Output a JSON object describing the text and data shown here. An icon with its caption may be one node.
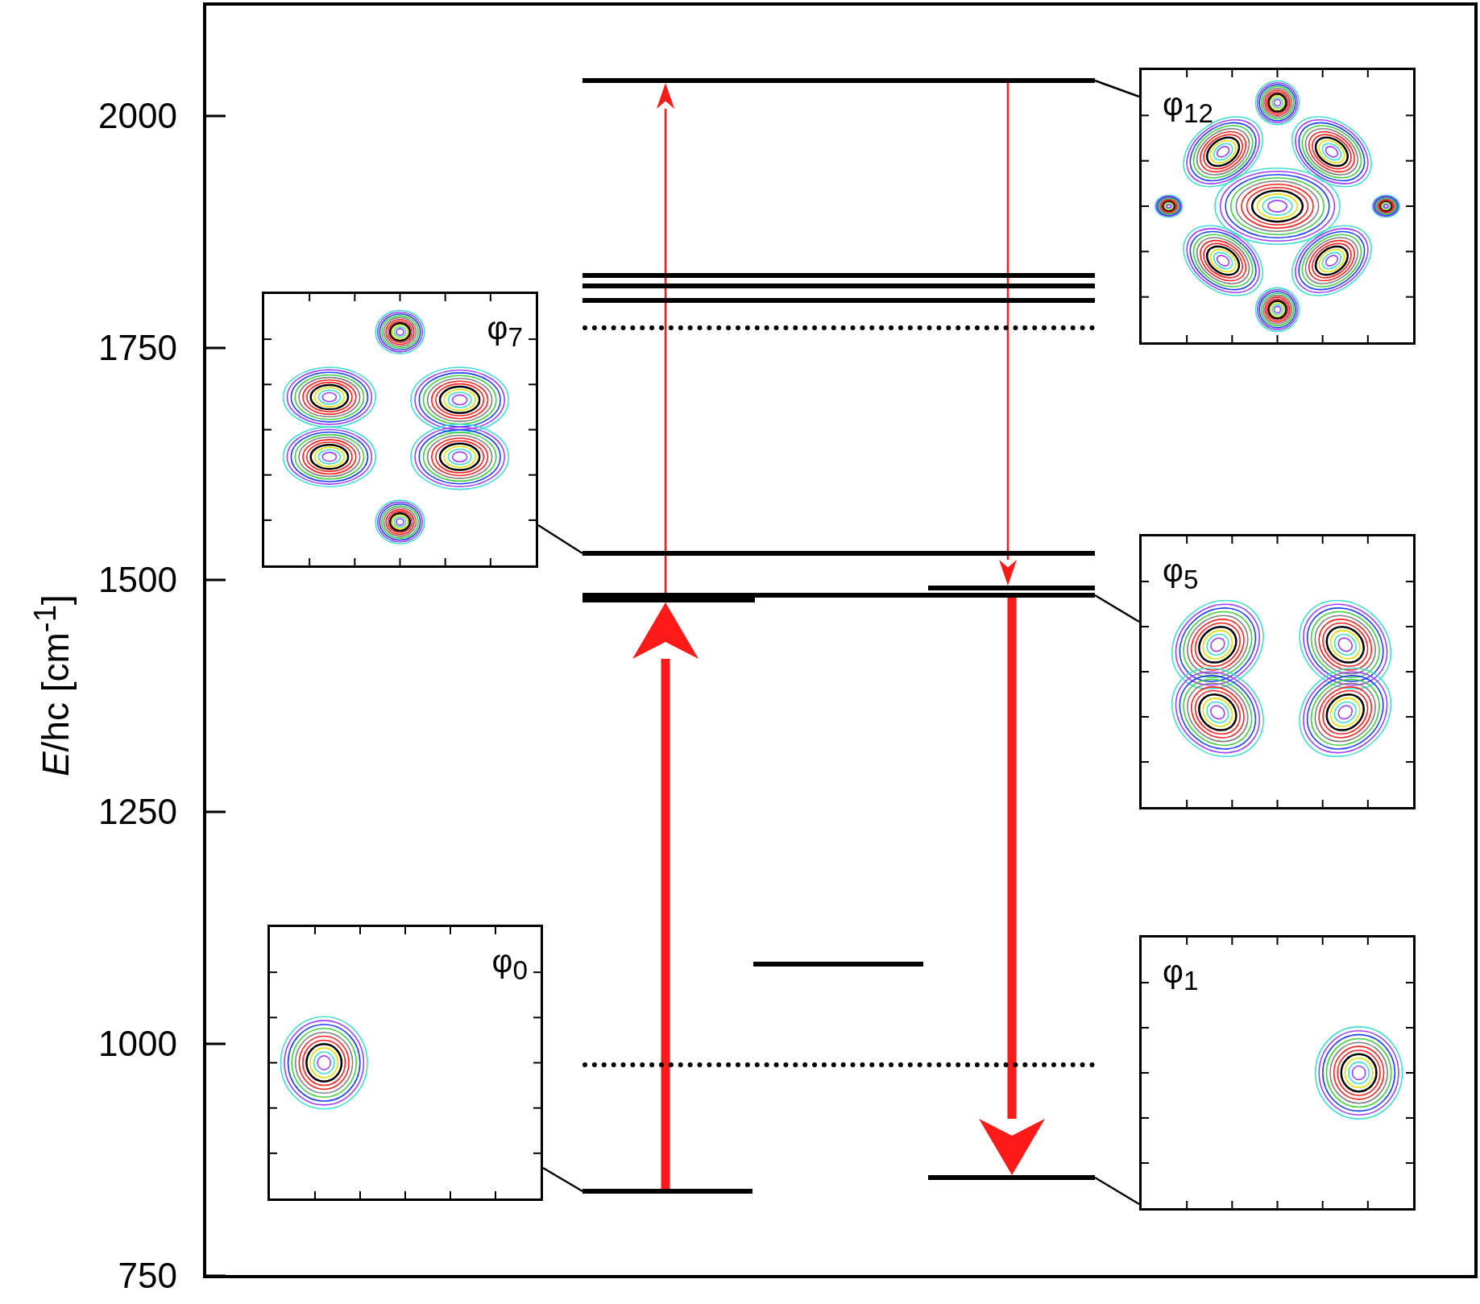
{
  "diagram": {
    "nodes": [
      {
        "text": [
          "φ$_{12}$"
        ]
      },
      {
        "text": [
          "φ$_{7}$"
        ]
      },
      {
        "text": [
          "φ$_{5}$"
        ]
      },
      {
        "text": [
          "φ$_{0}$"
        ]
      },
      {
        "text": [
          "φ$_{1}$"
        ]
      },
      {
        "text": [],
        "shape": "bar"
      },
      {
        "text": [],
        "shape": "bar"
      },
      {
        "text": [],
        "shape": "bar"
      },
      {
        "text": [],
        "shape": "bar"
      },
      {
        "text": [],
        "shape": "bar"
      },
      {
        "text": [],
        "shape": "bar"
      },
      {
        "text": [],
        "shape": "bar"
      },
      {
        "text": [],
        "shape": "bar"
      },
      {
        "text": [],
        "shape": "bar"
      },
      {
        "text": [],
        "shape": "bar"
      },
      {
        "text": [],
        "shape": "bar"
      },
      {
        "text": [],
        "shape": "bar"
      },
      {
        "text": [],
        "shape": "bar"
      }
    ],
    "edges": [
      {
        "from": 0,
        "to": 5,
        "arrow": "none"
      },
      {
        "from": 1,
        "to": 10,
        "arrow": "none"
      },
      {
        "from": 2,
        "to": 11,
        "arrow": "none"
      },
      {
        "from": 3,
        "to": 16,
        "arrow": "none"
      },
      {
        "from": 4,
        "to": 17,
        "arrow": "none"
      },
      {
        "from": 16,
        "to": 12,
        "arrow": "to",
        "style": "thick",
        "color": "#ff1a1a"
      },
      {
        "from": 11,
        "to": 5,
        "arrow": "to",
        "color": "#ff1a1a"
      },
      {
        "from": 5,
        "to": 13,
        "arrow": "to",
        "color": "#ff1a1a"
      },
      {
        "from": 11,
        "to": 17,
        "arrow": "to",
        "style": "thick",
        "color": "#ff1a1a"
      }
    ],
    "labels": [
      "2000",
      "1750",
      "1500",
      "1250",
      "1000",
      "750",
      "*E*/hc [cm$^{-1}$]"
    ]
  }
}
